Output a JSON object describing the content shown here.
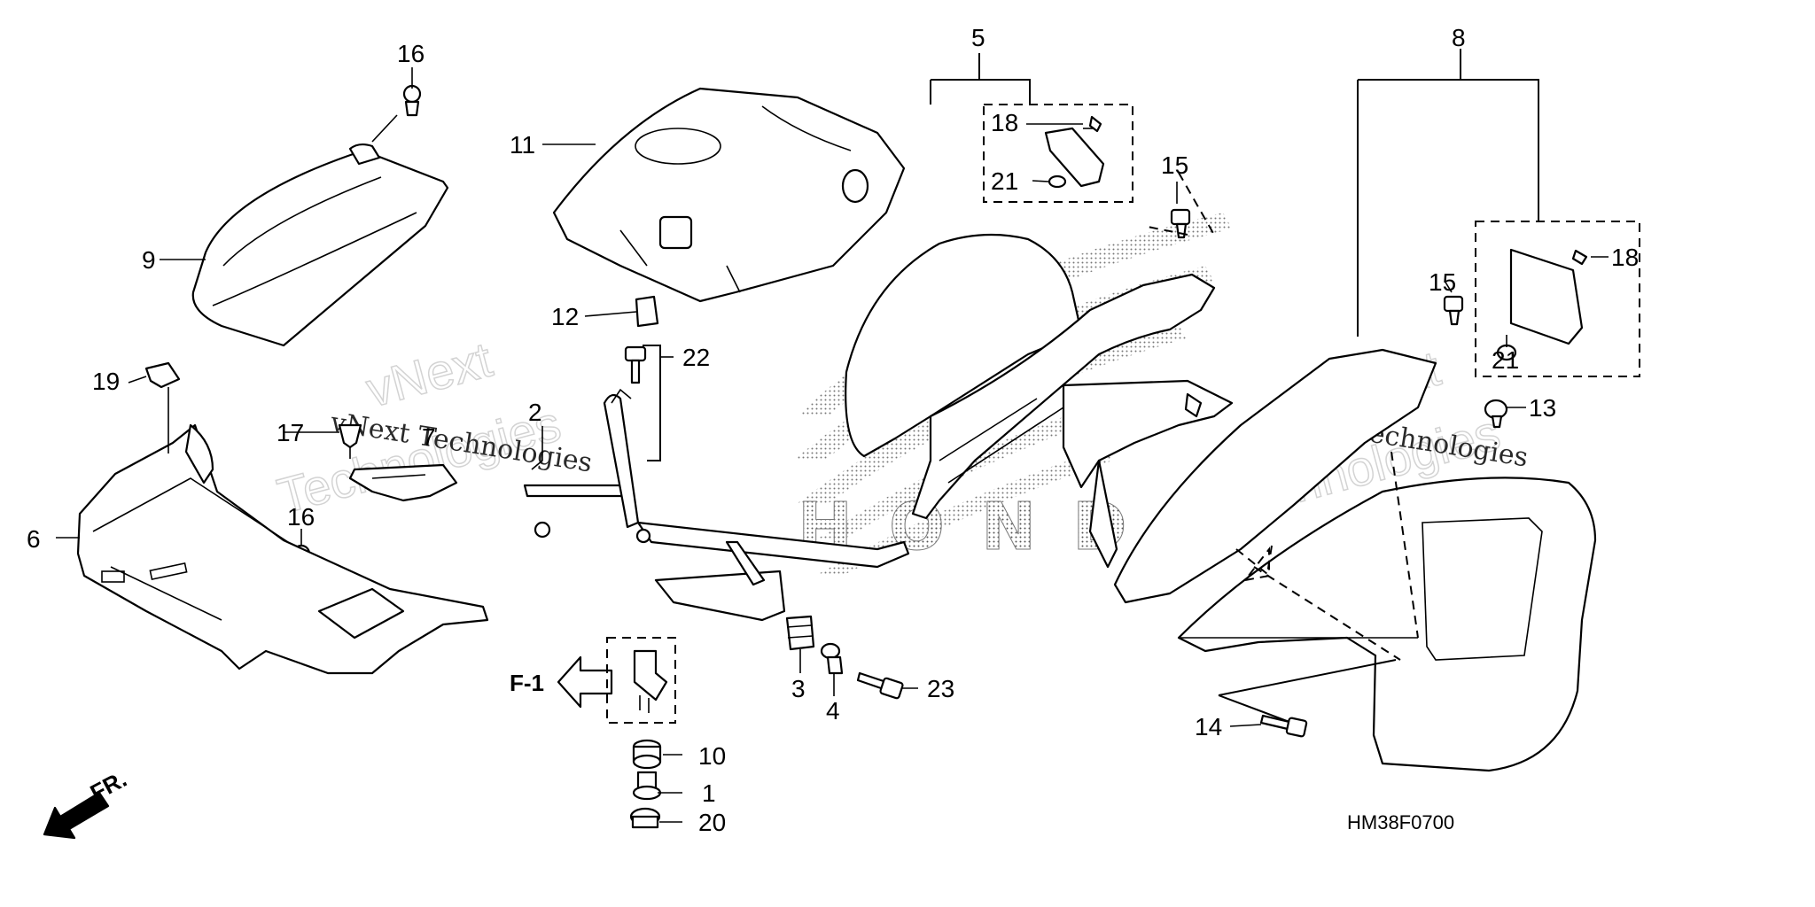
{
  "diagram_code": "HM38F0700",
  "front_label": "FR.",
  "ref_label": "F-1",
  "watermark": {
    "line1": "vNext",
    "line2": "Technologies",
    "overlay": "vNext Technologies",
    "brand": "HONDA"
  },
  "callouts": {
    "c1": "1",
    "c2": "2",
    "c3": "3",
    "c4": "4",
    "c5": "5",
    "c6": "6",
    "c7": "7",
    "c8": "8",
    "c9": "9",
    "c10": "10",
    "c11": "11",
    "c12": "12",
    "c13": "13",
    "c14": "14",
    "c15a": "15",
    "c15b": "15",
    "c16a": "16",
    "c16b": "16",
    "c17": "17",
    "c18a": "18",
    "c18b": "18",
    "c19": "19",
    "c20": "20",
    "c21a": "21",
    "c21b": "21",
    "c22": "22",
    "c23": "23"
  }
}
